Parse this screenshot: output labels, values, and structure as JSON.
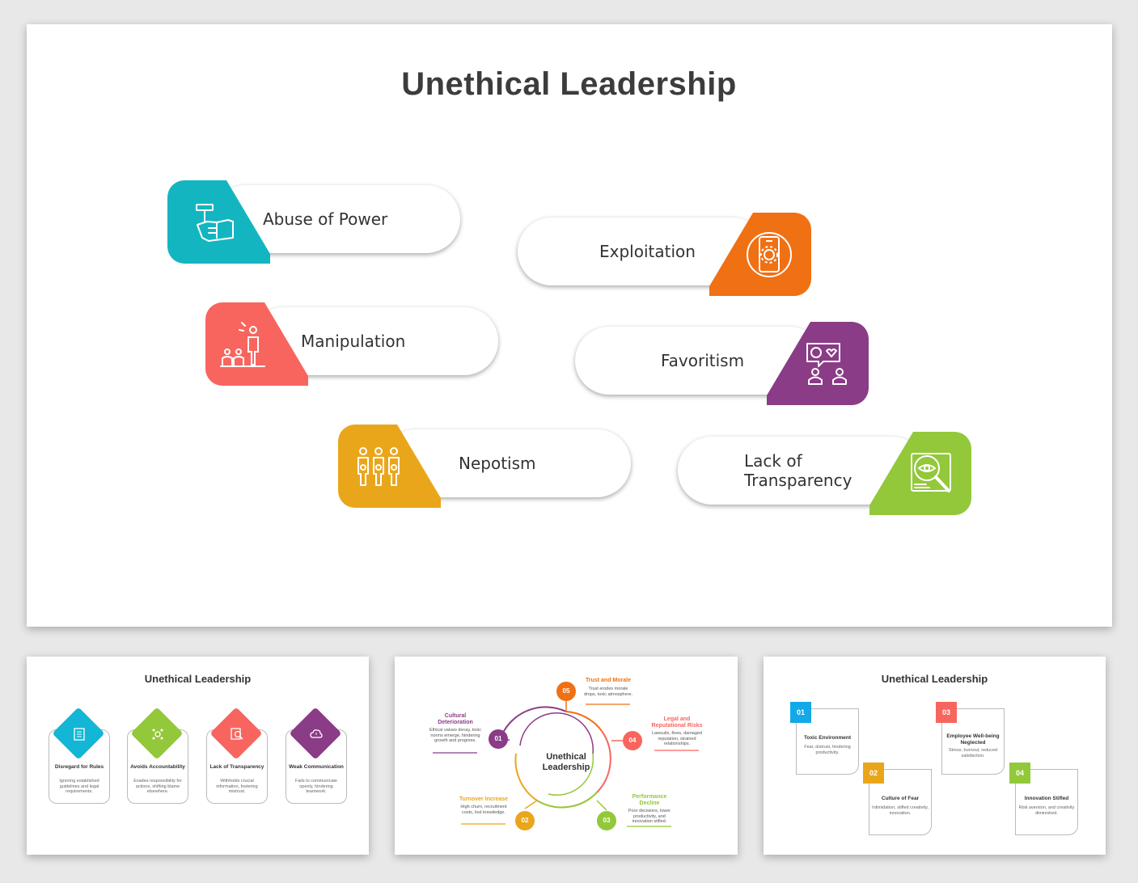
{
  "main": {
    "title": "Unethical Leadership",
    "items": [
      {
        "label": "Abuse of Power",
        "color": "#13b6c0",
        "icon": "gavel-hand-icon"
      },
      {
        "label": "Exploitation",
        "color": "#f07014",
        "icon": "phone-gear-icon"
      },
      {
        "label": "Manipulation",
        "color": "#f8655f",
        "icon": "speaker-audience-icon"
      },
      {
        "label": "Favoritism",
        "color": "#8b3c86",
        "icon": "chat-people-icon"
      },
      {
        "label": "Nepotism",
        "color": "#eaa61b",
        "icon": "team-icon"
      },
      {
        "label_line1": "Lack of",
        "label_line2": "Transparency",
        "color": "#93c83a",
        "icon": "magnify-eye-icon"
      }
    ]
  },
  "thumb1": {
    "title": "Unethical Leadership",
    "cards": [
      {
        "title": "Disregard for Rules",
        "desc": "Ignoring established guidelines and legal requirements.",
        "color": "#13b6d4"
      },
      {
        "title": "Avoids Accountability",
        "desc": "Evades responsibility for actions, shifting blame elsewhere.",
        "color": "#93c83a"
      },
      {
        "title": "Lack of Transparency",
        "desc": "Withholds crucial information, fostering mistrust.",
        "color": "#f8655f"
      },
      {
        "title": "Weak Communication",
        "desc": "Fails to communicate openly, hindering teamwork.",
        "color": "#8b3c86"
      }
    ]
  },
  "thumb2": {
    "center_line1": "Unethical",
    "center_line2": "Leadership",
    "nodes": [
      {
        "num": "01",
        "title": "Cultural Deterioration",
        "desc": "Ethical values decay, toxic norms emerge, hindering growth and progress.",
        "color": "#8b3c86"
      },
      {
        "num": "02",
        "title": "Turnover Increase",
        "desc": "High churn, recruitment costs, lost knowledge.",
        "color": "#eaa61b"
      },
      {
        "num": "03",
        "title": "Performance Decline",
        "desc": "Poor decisions, lower productivity, and innovation stifled.",
        "color": "#93c83a"
      },
      {
        "num": "04",
        "title": "Legal and Reputational Risks",
        "desc": "Lawsuits, fines, damaged reputation, strained relationships.",
        "color": "#f8655f"
      },
      {
        "num": "05",
        "title": "Trust and Morale",
        "desc": "Trust erodes morale drops, toxic atmosphere.",
        "color": "#f07014"
      }
    ]
  },
  "thumb3": {
    "title": "Unethical Leadership",
    "cards": [
      {
        "num": "01",
        "title": "Toxic Environment",
        "desc": "Fear, distrust, hindering productivity.",
        "color": "#13a8e8"
      },
      {
        "num": "02",
        "title": "Culture of Fear",
        "desc": "Intimidation, stifled creativity, innovation.",
        "color": "#eaa61b"
      },
      {
        "num": "03",
        "title": "Employee Well-being Neglected",
        "desc": "Stress, burnout, reduced satisfaction.",
        "color": "#f8655f"
      },
      {
        "num": "04",
        "title": "Innovation Stifled",
        "desc": "Risk aversion, and creativity diminished.",
        "color": "#93c83a"
      }
    ]
  }
}
